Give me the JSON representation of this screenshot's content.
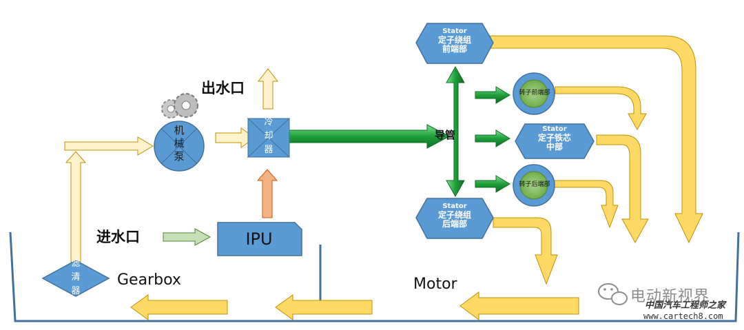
{
  "labels": {
    "outlet": "出水口",
    "inlet": "进水口",
    "pump": [
      "机",
      "械",
      "泵"
    ],
    "cooler": [
      "冷",
      "却",
      "器"
    ],
    "filter": [
      "滤",
      "清",
      "器"
    ],
    "ipu": "IPU",
    "gearbox": "Gearbox",
    "motor": "Motor",
    "conduit": "导管",
    "stator_front": [
      "Stator",
      "定子绕组",
      "前端部"
    ],
    "stator_rear": [
      "Stator",
      "定子绕组",
      "后端部"
    ],
    "stator_core": [
      "Stator",
      "定子铁芯",
      "中部"
    ],
    "rotor_front": "转子前端部",
    "rotor_rear": "转子后端部"
  },
  "watermark": {
    "brand": "电动新视界",
    "line1": "中国汽车工程师之家",
    "line2": "www.cartech8.com"
  },
  "colors": {
    "node_blue": "#5b9bd5",
    "node_stroke": "#41719c",
    "arrow_yellow": "#ffd966",
    "arrow_yellow_stroke": "#bf9000",
    "arrow_light_yellow": "#fff2cc",
    "arrow_green": "#1e9e3a",
    "arrow_light_green": "#c5e0b4",
    "arrow_pink": "#f4b183",
    "rotor_green": "#70ad47",
    "tank_line": "#41719c"
  },
  "icons": {
    "gears": "gears-icon",
    "wechat": "wechat-icon"
  }
}
